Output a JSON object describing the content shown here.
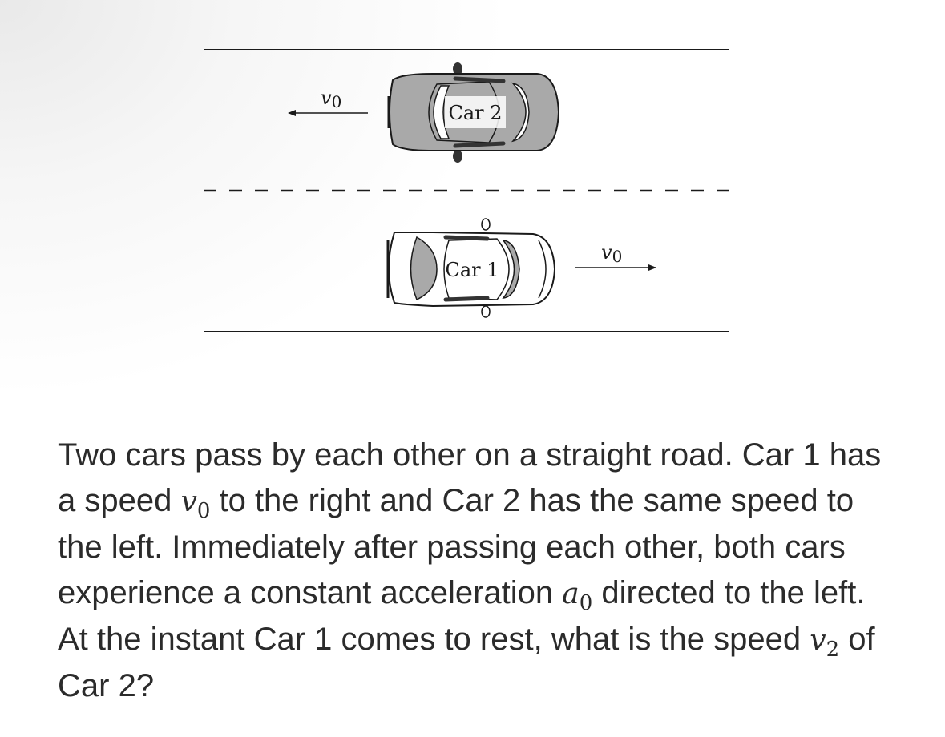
{
  "diagram": {
    "car2_label": "Car 2",
    "car1_label": "Car 1",
    "velocity_label_car2": "v",
    "velocity_sub_car2": "0",
    "velocity_label_car1": "v",
    "velocity_sub_car1": "0",
    "colors": {
      "car2_body": "#a9a9a9",
      "car1_body": "#ffffff",
      "road_line": "#1a1a1a"
    }
  },
  "question": {
    "seg1": "Two cars pass by each other on a straight road. Car 1 has a speed ",
    "v0_base": "v",
    "v0_sub": "0",
    "seg2": " to the right and Car 2 has the same speed to the left. Immediately after passing each other, both cars experience a constant acceleration ",
    "a0_base": "a",
    "a0_sub": "0",
    "seg3": " directed to the left. At the instant Car 1 comes to rest, what is the speed ",
    "v2_base": "v",
    "v2_sub": "2",
    "seg4": " of Car 2?"
  }
}
